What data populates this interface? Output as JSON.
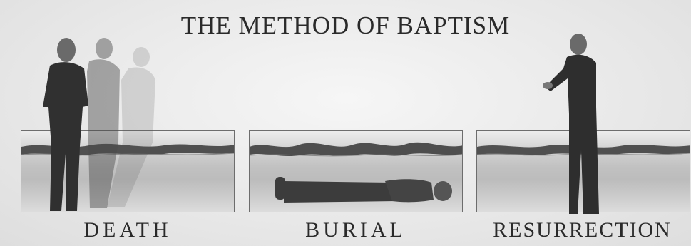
{
  "title": "THE METHOD OF BAPTISM",
  "stages": [
    {
      "label": "DEATH"
    },
    {
      "label": "BURIAL"
    },
    {
      "label": "RESURRECTION"
    }
  ]
}
